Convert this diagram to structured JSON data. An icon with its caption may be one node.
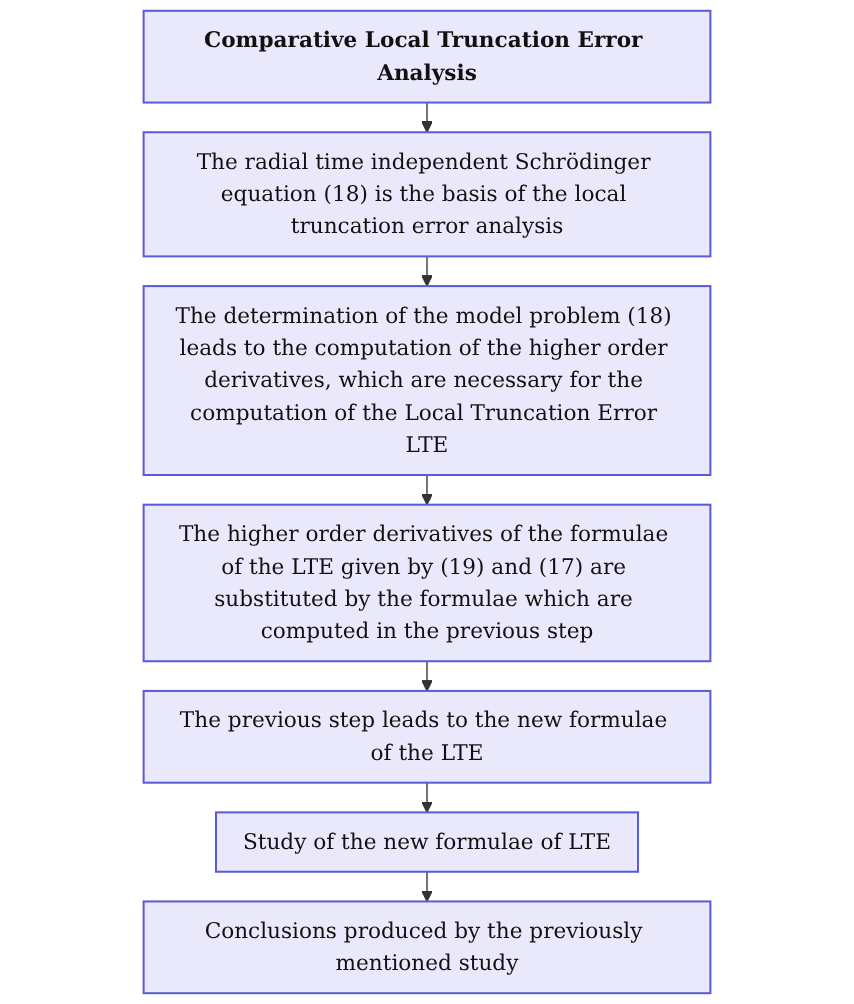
{
  "diagram": {
    "nodes": [
      {
        "text": [
          "Comparative Local Truncation Error Analysis"
        ]
      },
      {
        "text": [
          "The radial time independent Schrödinger equation (18) is the basis of the local truncation error analysis"
        ]
      },
      {
        "text": [
          "The determination of the model problem (18) leads to the computation of the higher order derivatives, which are necessary for the computation of the Local Truncation Error LTE"
        ]
      },
      {
        "text": [
          "The higher order derivatives of the formulae of the LTE given by (19) and (17) are substituted by the formulae which are computed in the previous step"
        ]
      },
      {
        "text": [
          "The previous step leads to the new formulae of the LTE"
        ]
      },
      {
        "text": [
          "Study of the new formulae of LTE"
        ]
      },
      {
        "text": [
          "Conclusions produced by the previously mentioned study"
        ]
      }
    ],
    "edges": [
      {
        "from": 0,
        "to": 1,
        "arrow": "to"
      },
      {
        "from": 1,
        "to": 2,
        "arrow": "to"
      },
      {
        "from": 2,
        "to": 3,
        "arrow": "to"
      },
      {
        "from": 3,
        "to": 4,
        "arrow": "to"
      },
      {
        "from": 4,
        "to": 5,
        "arrow": "to"
      },
      {
        "from": 5,
        "to": 6,
        "arrow": "to"
      }
    ]
  }
}
